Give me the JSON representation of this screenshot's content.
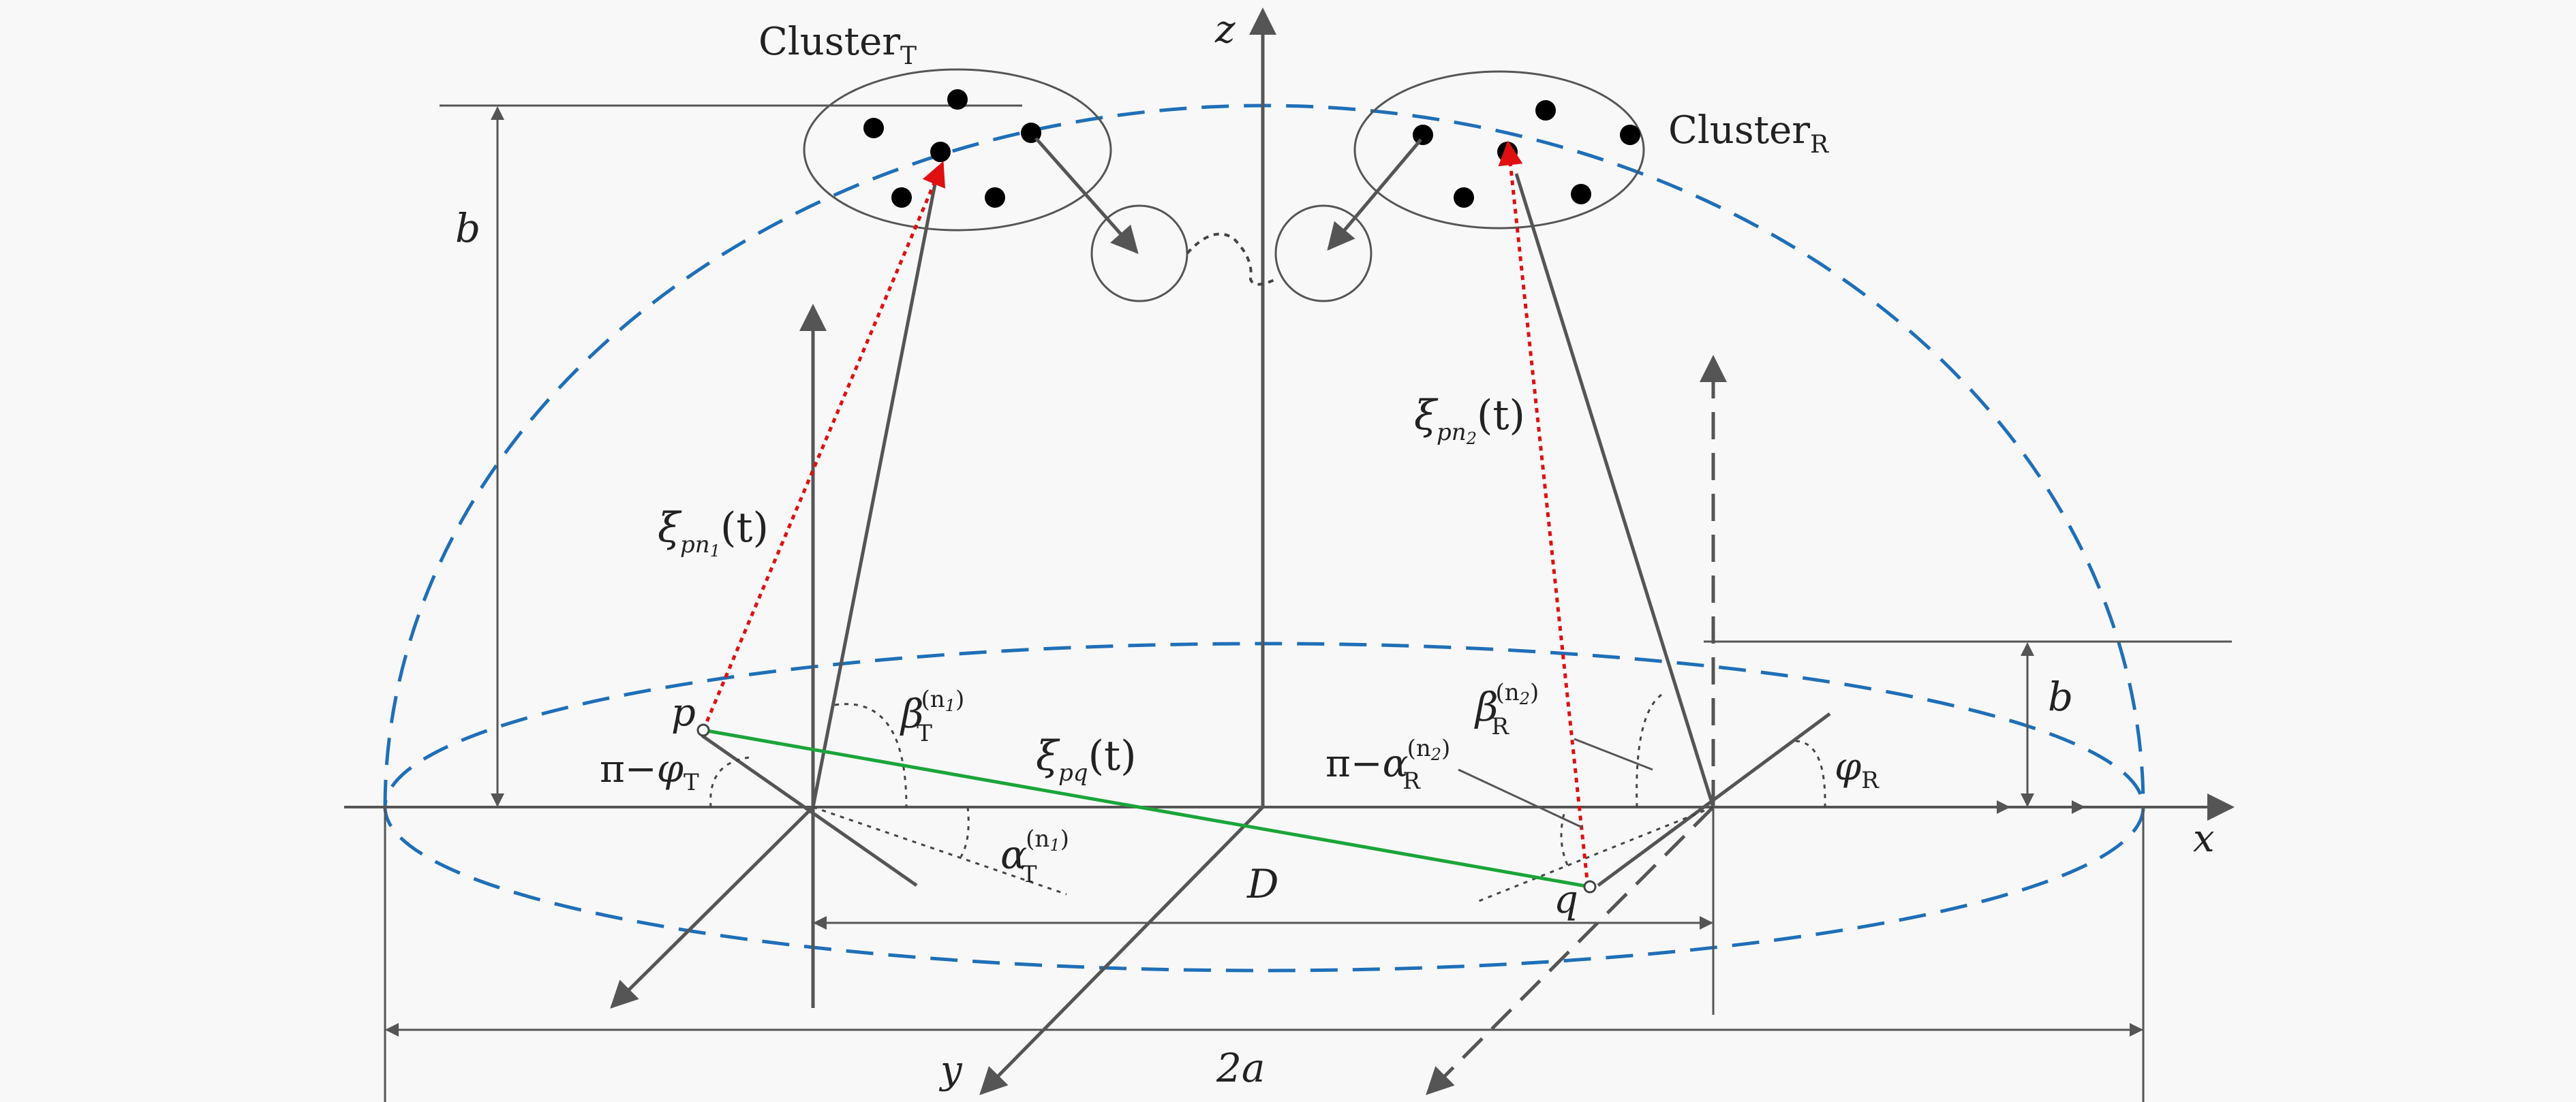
{
  "labels": {
    "cluster_t": "Cluster",
    "cluster_t_sub": "T",
    "cluster_r": "Cluster",
    "cluster_r_sub": "R",
    "axis_z": "z",
    "axis_x": "x",
    "axis_y": "y",
    "b_top": "b",
    "b_right": "b",
    "dist_d": "D",
    "dist_2a": "2a",
    "point_p": "p",
    "point_q": "q",
    "xi": "ξ",
    "xi_pn1_sub": "pn",
    "xi_pn1_subsub": "1",
    "xi_pn2_sub": "pn",
    "xi_pn2_subsub": "2",
    "xi_pq_sub": "pq",
    "time_arg": "(t)",
    "beta": "β",
    "alpha": "α",
    "pi_minus": "π−",
    "phi": "φ",
    "sub_t": "T",
    "sub_r": "R",
    "sup_n1": "(n",
    "sup_n1_idx": "1",
    "sup_n2": "(n",
    "sup_n2_idx": "2",
    "sup_close": ")"
  },
  "colors": {
    "axis": "#555555",
    "ellipse": "#1f6fb8",
    "red_ray": "#e01010",
    "green_los": "#1aa53a",
    "dotted": "#444444",
    "text": "#222222"
  }
}
